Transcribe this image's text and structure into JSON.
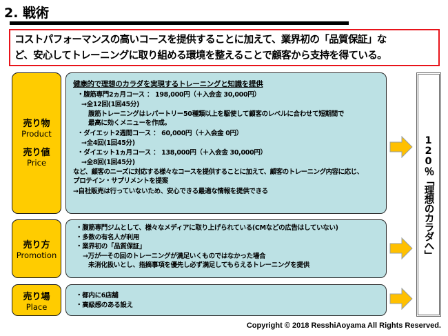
{
  "page": {
    "title": "2. 戦術",
    "summary_line1": "コストパフォーマンスの高いコースを提供することに加えて、業界初の「品質保証」な",
    "summary_line2": "ど、安心してトレーニングに取り組める環境を整えることで顧客から支持を得ている。",
    "copyright": "Copyright © 2018 ResshiAoyama All Rights Reserved."
  },
  "sections": {
    "product": {
      "label_jp": "売り物",
      "label_en": "Product",
      "label2_jp": "売り値",
      "label2_en": "Price",
      "heading": "健康的で理想のカラダを実現するトレーニングと知識を提供",
      "lines": [
        "・腹筋専門2ヵ月コース ： 198,000円（＋入会金 30,000円）",
        "→全12回(1回45分)",
        "腹筋トレーニングはレパートリー50種類以上を駆使して顧客のレベルに合わせて短期間で",
        "最高に効くメニューを作成。",
        "・ダイエット2週間コース ： 60,000円（＋入会金 0円）",
        "→全4回(1回45分)",
        "・ダイエット1ヵ月コース ： 138,000円（＋入会金 30,000円）",
        "→全8回(1回45分)",
        "など、顧客のニーズに対応する様々なコースを提供することに加えて、顧客のトレーニング内容に応じ、",
        "プロテイン・サプリメントを提案",
        "→自社販売は行っていないため、安心できる最適な情報を提供できる"
      ]
    },
    "promotion": {
      "label_jp": "売り方",
      "label_en": "Promotion",
      "lines": [
        "・腹筋専門ジムとして、様々なメディアに取り上げられている(CMなどの広告はしていない)",
        "・多数の有名人が利用",
        "・業界初の「品質保証」",
        "→万が一その回のトレーニングが満足いくものではなかった場合",
        "未消化扱いとし、指摘事項を優先し必ず満足してもらえるトレーニングを提供"
      ]
    },
    "place": {
      "label_jp": "売り場",
      "label_en": "Place",
      "lines": [
        "・都内に6店舗",
        "・高級感のある設え"
      ]
    }
  },
  "result": {
    "text": "120％「理想のカラダへ」"
  },
  "colors": {
    "label_fill": "#ffcc00",
    "content_fill": "#bce1e4",
    "summary_border": "#e8131a",
    "arrow_fill": "#ffc000"
  }
}
